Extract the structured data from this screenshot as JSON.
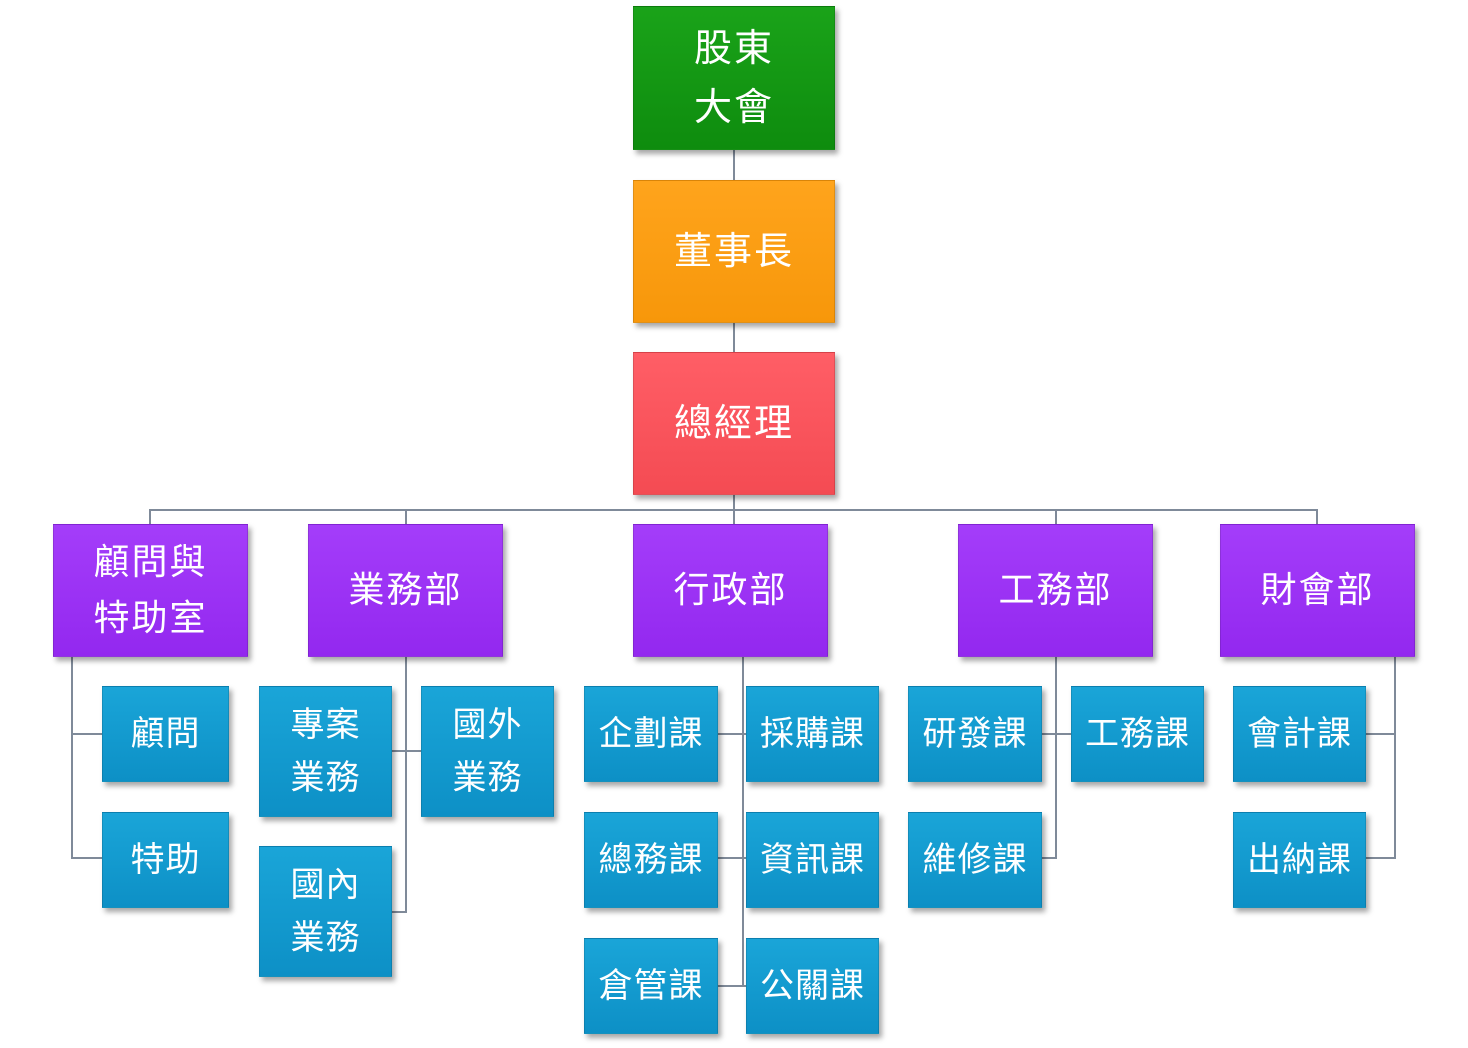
{
  "nodes": {
    "shareholders": [
      "股東",
      "大會"
    ],
    "chairman": [
      "董事長"
    ],
    "general_manager": [
      "總經理"
    ],
    "advisory": [
      "顧問與",
      "特助室"
    ],
    "advisory_advisor": [
      "顧問"
    ],
    "advisory_assistant": [
      "特助"
    ],
    "sales": [
      "業務部"
    ],
    "sales_project": [
      "專案",
      "業務"
    ],
    "sales_foreign": [
      "國外",
      "業務"
    ],
    "sales_domestic": [
      "國內",
      "業務"
    ],
    "admin": [
      "行政部"
    ],
    "admin_planning": [
      "企劃課"
    ],
    "admin_purchasing": [
      "採購課"
    ],
    "admin_general": [
      "總務課"
    ],
    "admin_it": [
      "資訊課"
    ],
    "admin_warehouse": [
      "倉管課"
    ],
    "admin_pr": [
      "公關課"
    ],
    "engineering": [
      "工務部"
    ],
    "eng_rd": [
      "研發課"
    ],
    "eng_works": [
      "工務課"
    ],
    "eng_maintenance": [
      "維修課"
    ],
    "finance": [
      "財會部"
    ],
    "fin_accounting": [
      "會計課"
    ],
    "fin_cashier": [
      "出納課"
    ]
  },
  "colors": {
    "shareholders": "#109310",
    "chairman": "#fa9c10",
    "general_manager": "#f8515a",
    "department": "#9a30f4",
    "unit": "#1399cd",
    "connector": "#7f8a99"
  }
}
